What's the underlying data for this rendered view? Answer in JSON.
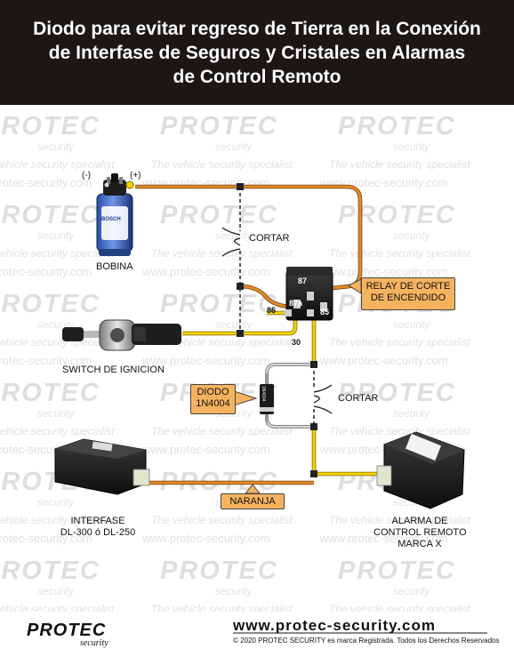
{
  "header": {
    "title_lines": [
      "Diodo para evitar regreso de Tierra en la Conexión",
      "de Interfase de Seguros y Cristales en Alarmas",
      "de Control Remoto"
    ]
  },
  "watermark": {
    "logo": "PROTEC",
    "logo_sub": "security",
    "tagline": "The vehicle security specialist",
    "url": "www.protec-security.com"
  },
  "components": {
    "coil": {
      "label": "BOBINA",
      "brand": "BOSCH",
      "neg": "(-)",
      "pos": "(+)"
    },
    "switch": {
      "label": "SWITCH DE IGNICION"
    },
    "relay": {
      "callout_lines": [
        "RELAY DE CORTE",
        "DE ENCENDIDO"
      ],
      "pins": {
        "p87": "87",
        "p87a": "87a",
        "p86": "86",
        "p85": "85",
        "p30": "30"
      }
    },
    "cut_top": "CORTAR",
    "cut_bottom": "CORTAR",
    "diode": {
      "callout_lines": [
        "DIODO",
        "1N4004"
      ],
      "marking": "1N4004"
    },
    "interface": {
      "label_lines": [
        "INTERFASE",
        "DL-300 ó DL-250"
      ]
    },
    "alarm": {
      "label_lines": [
        "ALARMA DE",
        "CONTROL REMOTO",
        "MARCA  X"
      ]
    },
    "orange_wire": "NARANJA"
  },
  "colors": {
    "header_bg": "#1a1715",
    "wire_orange": "#e08a2a",
    "wire_yellow": "#f4d400",
    "callout_bg": "#f6b35f"
  },
  "footer": {
    "logo": "PROTEC",
    "logo_sub": "security",
    "url": "www.protec-security.com",
    "copyright": "© 2020 PROTEC SECURITY es marca Registrada. Todos los Derechos Reservados"
  }
}
